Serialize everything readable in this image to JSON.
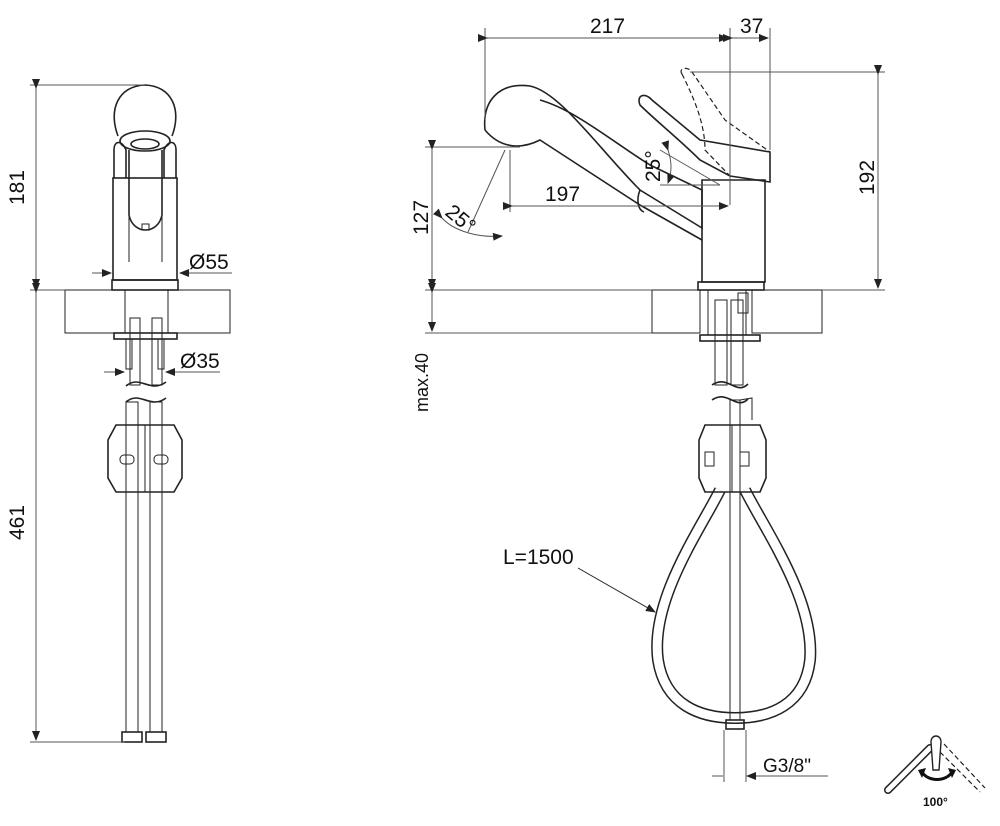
{
  "front_view": {
    "height_above_counter": "181",
    "length_below_counter": "461",
    "body_diameter": "Ø55",
    "shank_diameter": "Ø35"
  },
  "side_view": {
    "spout_reach": "217",
    "handle_offset": "37",
    "total_height": "192",
    "spout_height": "127",
    "spout_pullout": "197",
    "spout_angle": "25°",
    "handle_angle": "25°",
    "max_counter_thickness": "max.40",
    "hose_length": "L=1500",
    "connection_thread": "G3/8\""
  },
  "rotation_icon": {
    "label": "100°"
  }
}
